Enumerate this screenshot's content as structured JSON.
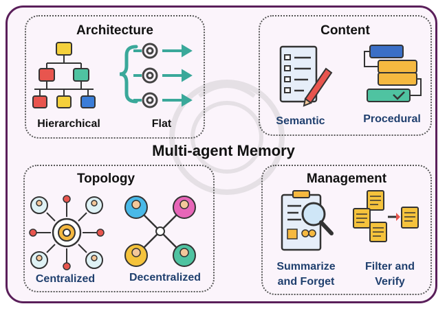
{
  "center_title": "Multi-agent Memory",
  "panels": {
    "architecture": {
      "title": "Architecture",
      "labels": [
        "Hierarchical",
        "Flat"
      ]
    },
    "content": {
      "title": "Content",
      "labels": [
        "Semantic",
        "Procedural"
      ]
    },
    "topology": {
      "title": "Topology",
      "labels": [
        "Centralized",
        "Decentralized"
      ]
    },
    "management": {
      "title": "Management",
      "labels": [
        "Summarize and Forget",
        "Filter and Verify"
      ],
      "label_lines": [
        [
          "Summarize",
          "and Forget"
        ],
        [
          "Filter and",
          "Verify"
        ]
      ]
    }
  },
  "colors": {
    "frame": "#5a1f5a",
    "label_black": "#111111",
    "label_blue": "#1f3f6e",
    "arrow_teal": "#3aa89a"
  }
}
